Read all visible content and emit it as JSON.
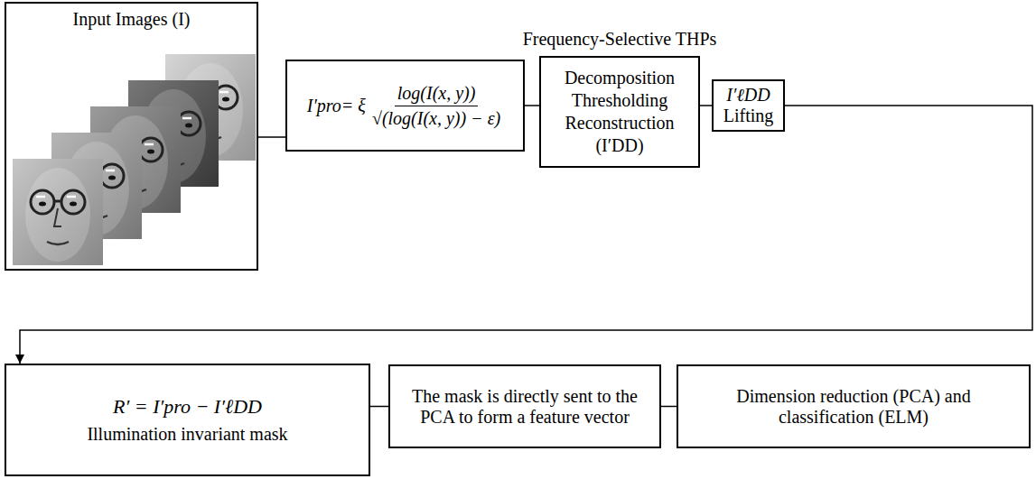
{
  "diagram": {
    "nodes": [
      {
        "text": [
          "Input Images (I)"
        ]
      },
      {
        "text": [
          "I′pro= ξ",
          "log(I(x, y))",
          "√(log(I(x, y)) − ε)"
        ]
      },
      {
        "text": [
          "Frequency-Selective THPs",
          "Decomposition Thresholding Reconstruction (I′DD)"
        ]
      },
      {
        "text": [
          "I′ℓDD",
          "Lifting"
        ]
      },
      {
        "text": [
          "R′ = I′pro − I′ℓDD",
          "Illumination invariant mask"
        ]
      },
      {
        "text": [
          "The mask is directly sent to the PCA to form a feature vector"
        ]
      },
      {
        "text": [
          "Dimension reduction (PCA) and classification (ELM)"
        ]
      }
    ],
    "edges": [
      {
        "from": 0,
        "to": 1,
        "arrow": "none"
      },
      {
        "from": 1,
        "to": 2,
        "arrow": "none"
      },
      {
        "from": 2,
        "to": 3,
        "arrow": "none"
      },
      {
        "from": 3,
        "to": 4,
        "arrow": "to"
      },
      {
        "from": 4,
        "to": 5,
        "arrow": "none"
      },
      {
        "from": 5,
        "to": 6,
        "arrow": "none"
      }
    ]
  }
}
